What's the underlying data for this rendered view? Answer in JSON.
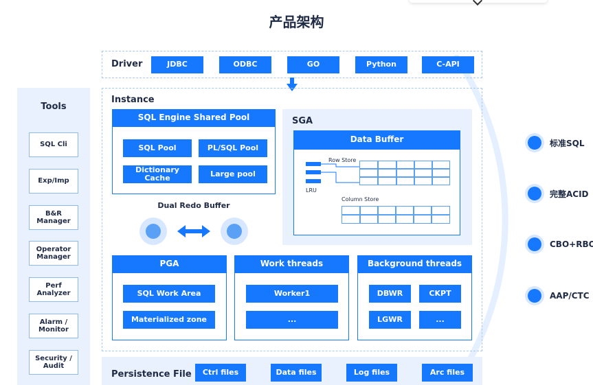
{
  "title": "产品架构",
  "driver": {
    "label": "Driver",
    "items": [
      "JDBC",
      "ODBC",
      "GO",
      "Python",
      "C-API"
    ]
  },
  "tools": {
    "label": "Tools",
    "items": [
      "SQL Cli",
      "Exp/Imp",
      "B&R Manager",
      "Operator Manager",
      "Perf Analyzer",
      "Alarm / Monitor",
      "Security / Audit"
    ]
  },
  "instance": {
    "label": "Instance",
    "sql_engine": {
      "title": "SQL Engine Shared Pool",
      "items": [
        "SQL Pool",
        "PL/SQL Pool",
        "Dictionary Cache",
        "Large pool"
      ]
    },
    "dual_redo": "Dual Redo Buffer",
    "sga": {
      "label": "SGA",
      "data_buffer": "Data Buffer",
      "row_store": "Row Store",
      "lru": "LRU",
      "column_store": "Column Store"
    },
    "pga": {
      "title": "PGA",
      "items": [
        "SQL Work Area",
        "Materialized zone"
      ]
    },
    "work_threads": {
      "title": "Work threads",
      "items": [
        "Worker1",
        "..."
      ]
    },
    "background_threads": {
      "title": "Background threads",
      "items": [
        "DBWR",
        "CKPT",
        "LGWR",
        "..."
      ]
    }
  },
  "persistence": {
    "label": "Persistence File",
    "items": [
      "Ctrl files",
      "Data files",
      "Log files",
      "Arc files"
    ]
  },
  "features": [
    "标准SQL",
    "完整ACID",
    "CBO+RBO",
    "AAP/CTC"
  ],
  "colors": {
    "primary": "#1677ff",
    "light": "#e8f1fd",
    "dashed": "#a9c9f5"
  }
}
